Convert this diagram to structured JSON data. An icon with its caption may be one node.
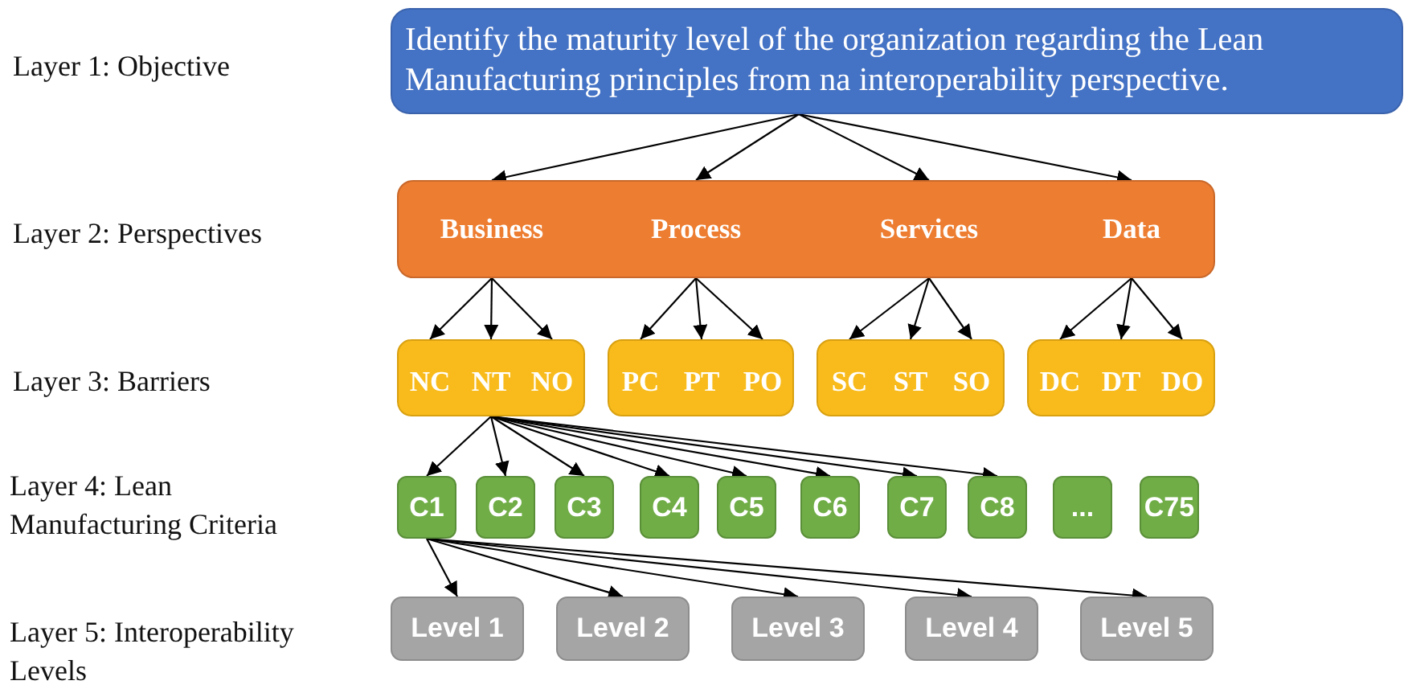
{
  "diagram": {
    "nodes": [
      {
        "text": [
          "Identify the maturity level of the organization regarding the Lean Manufacturing principles from na interoperability perspective."
        ]
      },
      {
        "text": [],
        "shape": "box"
      },
      {
        "text": [
          "Business"
        ],
        "in": 1
      },
      {
        "text": [
          "Process"
        ],
        "in": 1
      },
      {
        "text": [
          "Services"
        ],
        "in": 1
      },
      {
        "text": [
          "Data"
        ],
        "in": 1
      },
      {
        "text": [],
        "shape": "box"
      },
      {
        "text": [
          "NC"
        ],
        "in": 6
      },
      {
        "text": [
          "NT"
        ],
        "in": 6
      },
      {
        "text": [
          "NO"
        ],
        "in": 6
      },
      {
        "text": [],
        "shape": "box"
      },
      {
        "text": [
          "PC"
        ],
        "in": 10
      },
      {
        "text": [
          "PT"
        ],
        "in": 10
      },
      {
        "text": [
          "PO"
        ],
        "in": 10
      },
      {
        "text": [],
        "shape": "box"
      },
      {
        "text": [
          "SC"
        ],
        "in": 14
      },
      {
        "text": [
          "ST"
        ],
        "in": 14
      },
      {
        "text": [
          "SO"
        ],
        "in": 14
      },
      {
        "text": [],
        "shape": "box"
      },
      {
        "text": [
          "DC"
        ],
        "in": 18
      },
      {
        "text": [
          "DT"
        ],
        "in": 18
      },
      {
        "text": [
          "DO"
        ],
        "in": 18
      },
      {
        "text": [
          "C1"
        ]
      },
      {
        "text": [
          "C2"
        ]
      },
      {
        "text": [
          "C3"
        ]
      },
      {
        "text": [
          "C4"
        ]
      },
      {
        "text": [
          "C5"
        ]
      },
      {
        "text": [
          "C6"
        ]
      },
      {
        "text": [
          "C7"
        ]
      },
      {
        "text": [
          "C8"
        ]
      },
      {
        "text": [
          "..."
        ]
      },
      {
        "text": [
          "C75"
        ]
      },
      {
        "text": [
          "Level 1"
        ]
      },
      {
        "text": [
          "Level 2"
        ]
      },
      {
        "text": [
          "Level 3"
        ]
      },
      {
        "text": [
          "Level 4"
        ]
      },
      {
        "text": [
          "Level 5"
        ]
      }
    ],
    "edges": [
      {
        "from": 0,
        "to": 2,
        "arrow": "to"
      },
      {
        "from": 0,
        "to": 3,
        "arrow": "to"
      },
      {
        "from": 0,
        "to": 4,
        "arrow": "to"
      },
      {
        "from": 0,
        "to": 5,
        "arrow": "to"
      },
      {
        "from": 2,
        "to": 7,
        "arrow": "to"
      },
      {
        "from": 2,
        "to": 8,
        "arrow": "to"
      },
      {
        "from": 2,
        "to": 9,
        "arrow": "to"
      },
      {
        "from": 3,
        "to": 11,
        "arrow": "to"
      },
      {
        "from": 3,
        "to": 12,
        "arrow": "to"
      },
      {
        "from": 3,
        "to": 13,
        "arrow": "to"
      },
      {
        "from": 4,
        "to": 15,
        "arrow": "to"
      },
      {
        "from": 4,
        "to": 16,
        "arrow": "to"
      },
      {
        "from": 4,
        "to": 17,
        "arrow": "to"
      },
      {
        "from": 5,
        "to": 19,
        "arrow": "to"
      },
      {
        "from": 5,
        "to": 20,
        "arrow": "to"
      },
      {
        "from": 5,
        "to": 21,
        "arrow": "to"
      },
      {
        "from": 8,
        "to": 22,
        "arrow": "to"
      },
      {
        "from": 8,
        "to": 23,
        "arrow": "to"
      },
      {
        "from": 8,
        "to": 24,
        "arrow": "to"
      },
      {
        "from": 8,
        "to": 25,
        "arrow": "to"
      },
      {
        "from": 8,
        "to": 26,
        "arrow": "to"
      },
      {
        "from": 8,
        "to": 27,
        "arrow": "to"
      },
      {
        "from": 8,
        "to": 28,
        "arrow": "to"
      },
      {
        "from": 8,
        "to": 29,
        "arrow": "to"
      },
      {
        "from": 22,
        "to": 32,
        "arrow": "to"
      },
      {
        "from": 22,
        "to": 33,
        "arrow": "to"
      },
      {
        "from": 22,
        "to": 34,
        "arrow": "to"
      },
      {
        "from": 22,
        "to": 35,
        "arrow": "to"
      },
      {
        "from": 22,
        "to": 36,
        "arrow": "to"
      }
    ],
    "labels": [
      "Layer 1: Objective",
      "Layer 2: Perspectives",
      "Layer 3: Barriers",
      "Layer 4: Lean Manufacturing Criteria",
      "Layer 5: Interoperability Levels"
    ]
  }
}
